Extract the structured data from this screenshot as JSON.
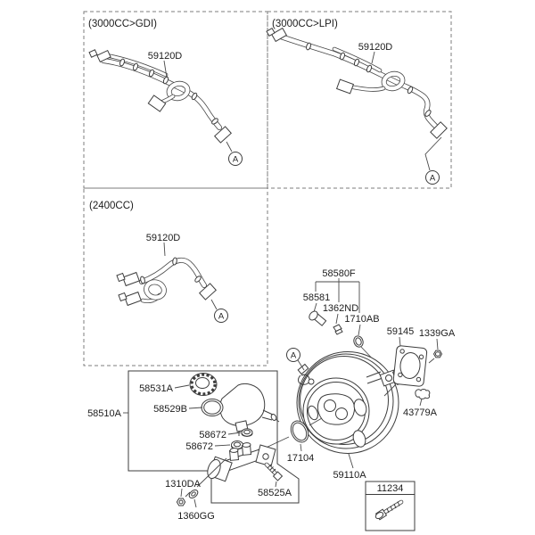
{
  "colors": {
    "background": "#ffffff",
    "line": "#3d3d3d",
    "text": "#1c1c1c",
    "dashed_border": "#7d7d7d"
  },
  "panels": {
    "gdi": {
      "title": "(3000CC>GDI)",
      "hose_label": "59120D",
      "ref": "A"
    },
    "lpi": {
      "title": "(3000CC>LPI)",
      "hose_label": "59120D",
      "ref": "A"
    },
    "cc2400": {
      "title": "(2400CC)",
      "hose_label": "59120D",
      "ref": "A"
    }
  },
  "booster": {
    "ref": "A",
    "hose_kit_label": "58580F",
    "stud_label": "58581",
    "clip_label": "1362ND",
    "grommet_label": "1710AB",
    "gasket_label": "59145",
    "nut_label": "1339GA",
    "bracket_label": "43779A",
    "oring_label": "17104",
    "booster_label": "59110A"
  },
  "master_cylinder": {
    "assembly_label": "58510A",
    "cap_label": "58531A",
    "reservoir_label": "58529B",
    "grommet_upper_label": "58672",
    "grommet_lower_label": "58672",
    "screw_label": "58525A",
    "nut_label": "1310DA",
    "washer_label": "1360GG"
  },
  "callout_box": {
    "bolt_label": "11234"
  }
}
